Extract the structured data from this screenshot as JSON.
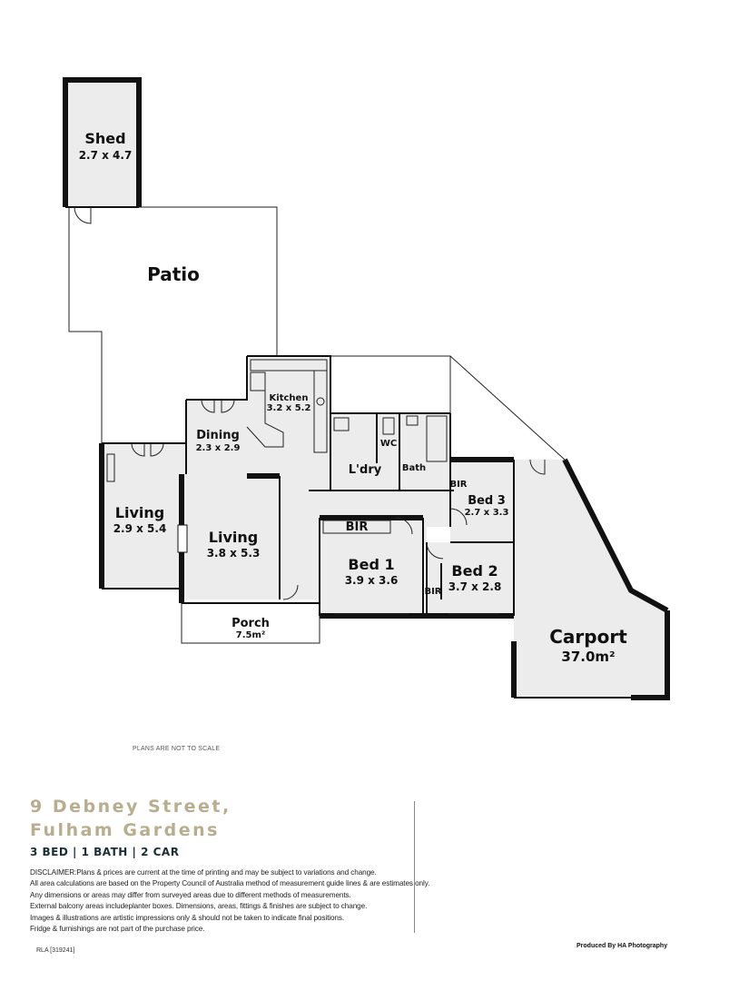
{
  "rooms": {
    "shed": {
      "name": "Shed",
      "size": "2.7 x 4.7"
    },
    "patio": {
      "name": "Patio"
    },
    "kitchen": {
      "name": "Kitchen",
      "size": "3.2 x 5.2"
    },
    "dining": {
      "name": "Dining",
      "size": "2.3 x 2.9"
    },
    "living_left": {
      "name": "Living",
      "size": "2.9 x 5.4"
    },
    "living_main": {
      "name": "Living",
      "size": "3.8 x 5.3"
    },
    "laundry": {
      "name": "L'dry"
    },
    "wc": {
      "name": "WC"
    },
    "bath": {
      "name": "Bath"
    },
    "bed3": {
      "name": "Bed 3",
      "size": "2.7 x 3.3"
    },
    "bed1": {
      "name": "Bed 1",
      "size": "3.9 x 3.6"
    },
    "bed2": {
      "name": "Bed 2",
      "size": "3.7 x 2.8"
    },
    "bir_bed1": {
      "name": "BIR"
    },
    "bir_bed2": {
      "name": "BIR"
    },
    "bir_bed3": {
      "name": "BIR"
    },
    "porch": {
      "name": "Porch",
      "size": "7.5m²"
    },
    "carport": {
      "name": "Carport",
      "size": "37.0m²"
    }
  },
  "plans_note": "PLANS ARE NOT TO SCALE",
  "address": {
    "line1": "9 Debney Street,",
    "line2": "Fulham Gardens"
  },
  "stats": "3 BED | 1 BATH | 2 CAR",
  "disclaimer": [
    "DISCLAIMER:Plans & prices are current at the time of printing and may be subject to variations and change.",
    "All area calculations are based on the Property Council of Australia method of measurement guide lines & are estimates only.",
    "Any dimensions or areas may differ from surveyed areas due to different methods of measurements.",
    "External balcony areas includeplanter boxes. Dimensions, areas, fittings & finishes are subject to change.",
    "Images & illustrations are artistic impressions only & should not be taken to indicate final positions.",
    "Fridge & furnishings are not part of the purchase price."
  ],
  "rla": "RLA [319241]",
  "produced_by": "Produced By HA Photography",
  "colors": {
    "room_fill": "#ececec",
    "wall": "#111111",
    "address": "#b8ad8e",
    "stats": "#1a2e33"
  }
}
